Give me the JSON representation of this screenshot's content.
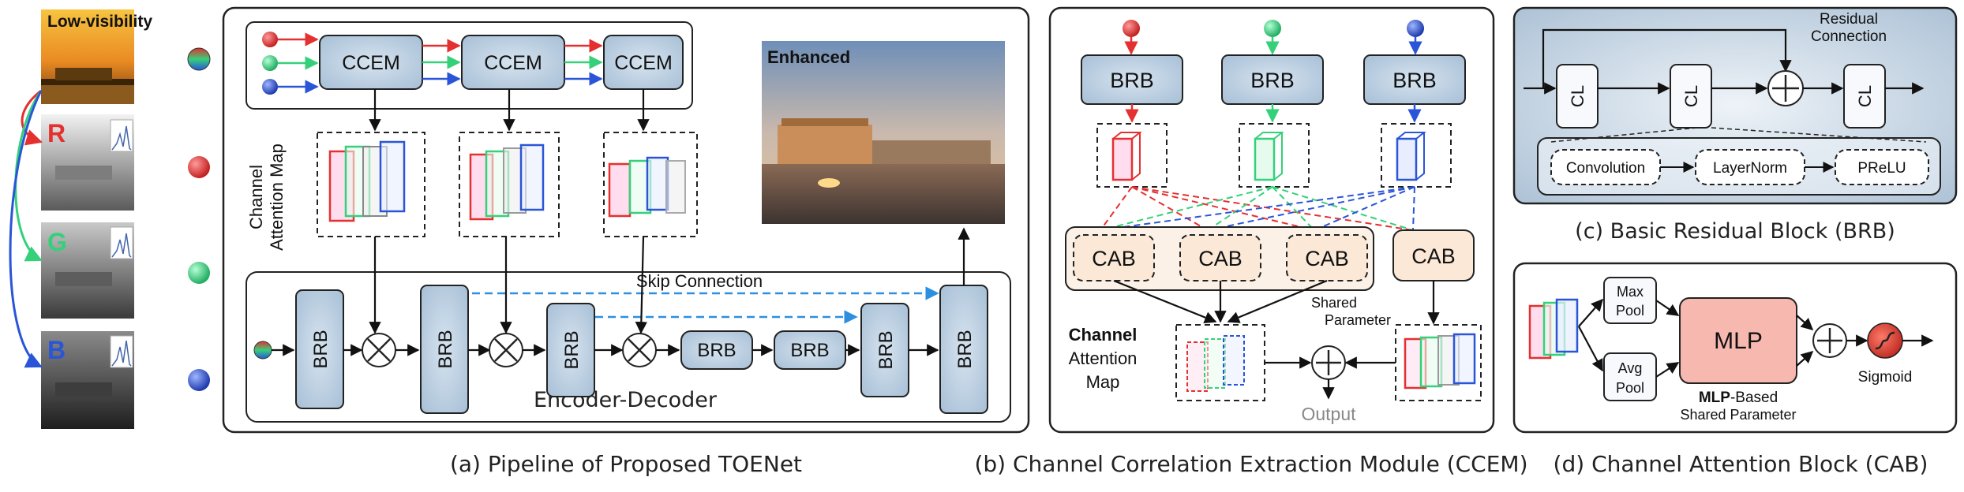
{
  "input_panel": {
    "top_label": "Low-visibility",
    "channel_letters": [
      "R",
      "G",
      "B"
    ],
    "channel_colors": [
      "#e53030",
      "#35d07a",
      "#2a55d8"
    ]
  },
  "pipeline": {
    "ccem_labels": [
      "CCEM",
      "CCEM",
      "CCEM"
    ],
    "attention_map_label": [
      "Channel",
      "Attention Map"
    ],
    "enhanced_label": "Enhanced",
    "skip_label": "Skip Connection",
    "encoder_decoder_label": "Encoder-Decoder",
    "brb_label": "BRB",
    "caption": "(a) Pipeline of Proposed TOENet"
  },
  "ccem": {
    "brb_labels": [
      "BRB",
      "BRB",
      "BRB"
    ],
    "cab_labels": [
      "CAB",
      "CAB",
      "CAB",
      "CAB"
    ],
    "shared_label": [
      "Shared",
      "Parameter"
    ],
    "attention_label": [
      "Channel",
      "Attention",
      "Map"
    ],
    "output_label": "Output",
    "caption": "(b) Channel Correlation Extraction Module (CCEM)"
  },
  "brb_block": {
    "residual_label": [
      "Residual",
      "Connection"
    ],
    "cl_labels": [
      "CL",
      "CL",
      "CL"
    ],
    "ops": [
      "Convolution",
      "LayerNorm",
      "PReLU"
    ],
    "caption": "(c) Basic Residual Block (BRB)"
  },
  "cab_block": {
    "max_pool": [
      "Max",
      "Pool"
    ],
    "avg_pool": [
      "Avg",
      "Pool"
    ],
    "mlp_label": "MLP",
    "mlp_based_bold": "MLP",
    "mlp_based_rest": "-Based",
    "shared_param": "Shared Parameter",
    "sigmoid_label": "Sigmoid",
    "caption": "(d) Channel Attention Block (CAB)"
  },
  "colors": {
    "box_fill": "#b9cde0",
    "cab_fill": "#fbe8d6",
    "mlp_fill": "#f7b8b0",
    "frame": "#222222",
    "skip_blue": "#2d8fe0"
  }
}
